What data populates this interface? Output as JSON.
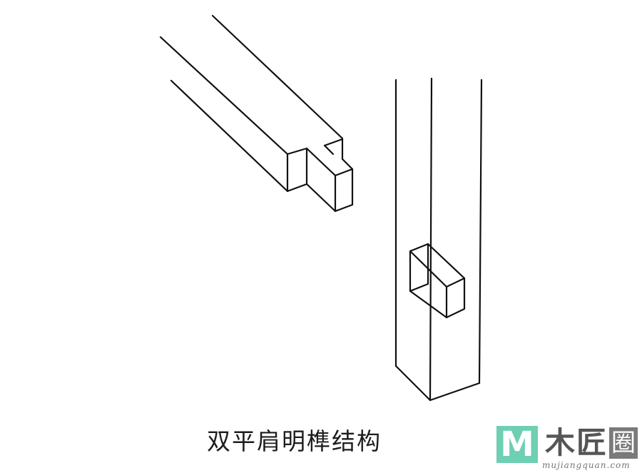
{
  "diagram": {
    "title": "双平肩明榫结构",
    "stroke_color": "#111111",
    "background": "#ffffff",
    "components": [
      {
        "name": "beam-with-tenon",
        "description": "Horizontal rail with double flat shoulder and protruding tenon"
      },
      {
        "name": "column-with-mortise",
        "description": "Vertical post with through mortise"
      }
    ]
  },
  "watermark": {
    "badge_letter": "M",
    "badge_color": "#6fcfb3",
    "char1": "木",
    "char2": "匠",
    "char3": "圈",
    "url": "mujiangquan.com"
  }
}
